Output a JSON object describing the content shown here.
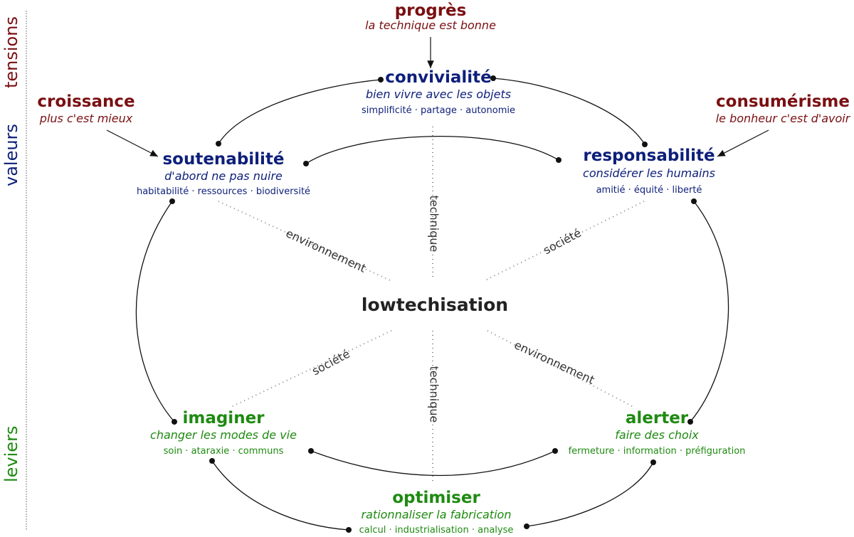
{
  "bands": {
    "tensions": "tensions",
    "valeurs": "valeurs",
    "leviers": "leviers"
  },
  "tensions": {
    "progres": {
      "title": "progrès",
      "subtitle": "la technique est bonne"
    },
    "croissance": {
      "title": "croissance",
      "subtitle": "plus c'est mieux"
    },
    "consumerisme": {
      "title": "consumérisme",
      "subtitle": "le bonheur c'est d'avoir"
    }
  },
  "valeurs": {
    "convivialite": {
      "title": "convivialité",
      "subtitle": "bien vivre avec les objets",
      "keywords": "simplificité · partage · autonomie"
    },
    "soutenabilite": {
      "title": "soutenabilité",
      "subtitle": "d'abord ne pas nuire",
      "keywords": "habitabilité · ressources · biodiversité"
    },
    "responsabilite": {
      "title": "responsabilité",
      "subtitle": "considérer les humains",
      "keywords": "amitié · équité · liberté"
    }
  },
  "leviers": {
    "imaginer": {
      "title": "imaginer",
      "subtitle": "changer les modes de vie",
      "keywords": "soin · ataraxie · communs"
    },
    "alerter": {
      "title": "alerter",
      "subtitle": "faire des choix",
      "keywords": "fermeture · information · préfiguration"
    },
    "optimiser": {
      "title": "optimiser",
      "subtitle": "rationnaliser la fabrication",
      "keywords": "calcul · industrialisation · analyse"
    }
  },
  "center": "lowtechisation",
  "axes": {
    "technique_top": "technique",
    "environnement_top": "environnement",
    "societe_top": "société",
    "societe_bottom": "société",
    "technique_bottom": "technique",
    "environnement_bottom": "environnement"
  },
  "colors": {
    "tension": "#7a0f12",
    "valeur": "#0d1f7a",
    "levier": "#1e8a10",
    "line": "#111111",
    "dotted": "#888888"
  }
}
